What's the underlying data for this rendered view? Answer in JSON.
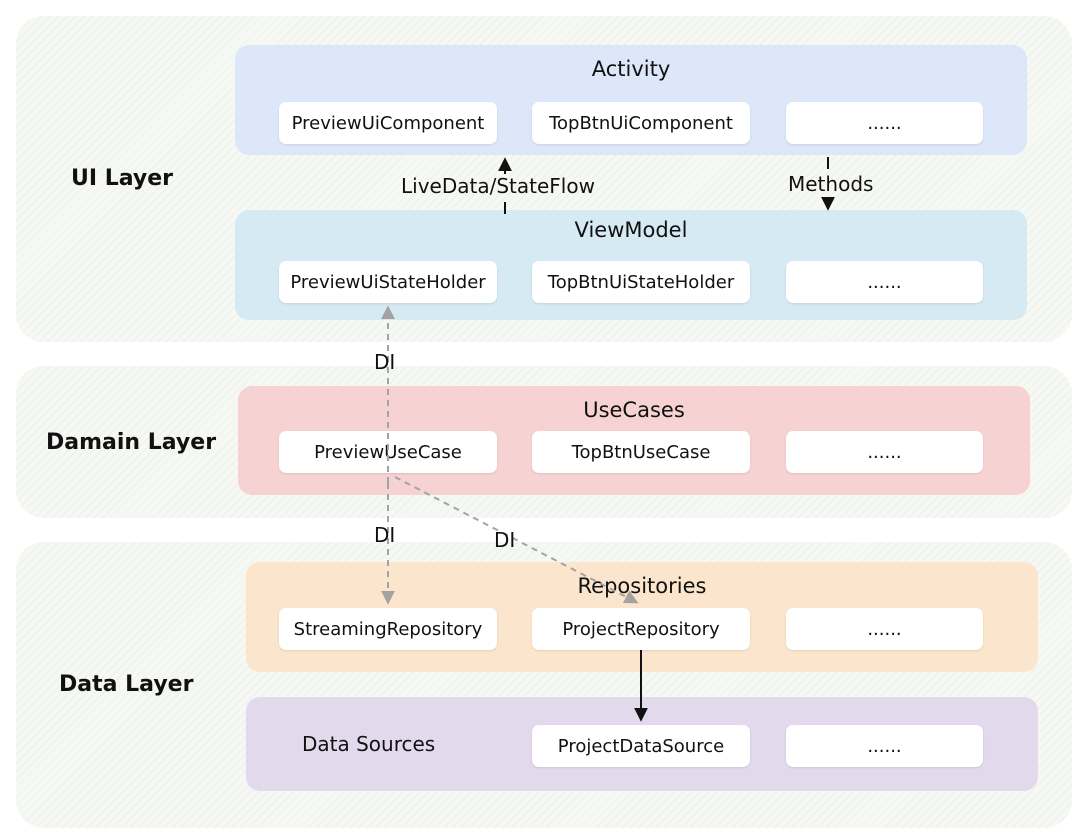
{
  "layers": {
    "ui": "UI Layer",
    "domain": "Damain Layer",
    "data": "Data Layer"
  },
  "groups": {
    "activity": {
      "title": "Activity",
      "items": [
        "PreviewUiComponent",
        "TopBtnUiComponent",
        "......"
      ]
    },
    "viewmodel": {
      "title": "ViewModel",
      "items": [
        "PreviewUiStateHolder",
        "TopBtnUiStateHolder",
        "......"
      ]
    },
    "usecases": {
      "title": "UseCases",
      "items": [
        "PreviewUseCase",
        "TopBtnUseCase",
        "......"
      ]
    },
    "repositories": {
      "title": "Repositories",
      "items": [
        "StreamingRepository",
        "ProjectRepository",
        "......"
      ]
    },
    "datasources": {
      "title": "Data Sources",
      "items": [
        "ProjectDataSource",
        "......"
      ]
    }
  },
  "edges": {
    "livedata": "LiveData/StateFlow",
    "methods": "Methods",
    "di_viewmodel": "DI",
    "di_streaming": "DI",
    "di_project": "DI"
  },
  "colors": {
    "activity": "#dce8fa",
    "viewmodel": "#d6eaf3",
    "usecases": "#f6d3d2",
    "repositories": "#fbe6cd",
    "datasources": "#e3d9ec",
    "dashed_arrow": "#a3a3a3",
    "solid_arrow": "#111111"
  }
}
